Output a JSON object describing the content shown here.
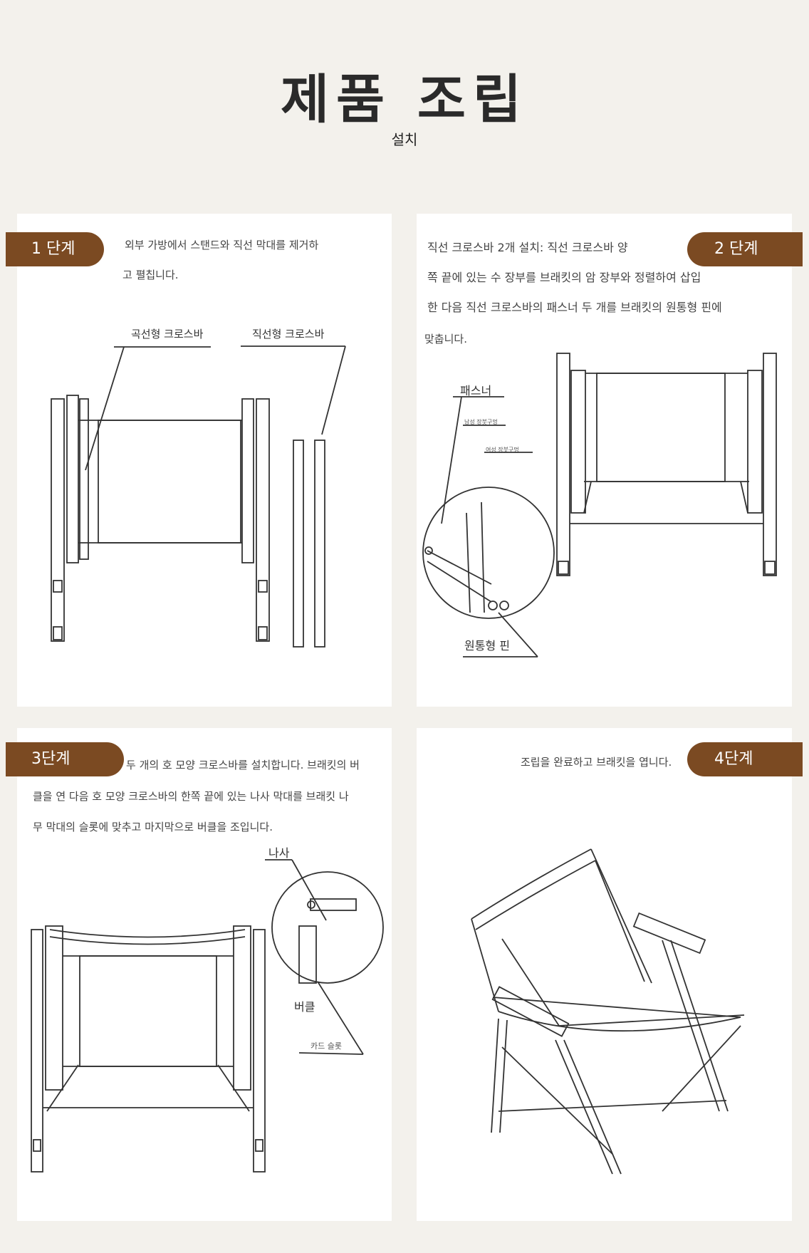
{
  "header": {
    "title": "제품 조립",
    "subtitle": "설치"
  },
  "step1": {
    "tag": "1 단계",
    "line1": "외부 가방에서 스탠드와 직선 막대를 제거하",
    "line2": "고 펼칩니다.",
    "label_curved": "곡선형 크로스바",
    "label_straight": "직선형 크로스바"
  },
  "step2": {
    "tag": "2 단계",
    "line1": "직선 크로스바 2개 설치: 직선 크로스바 양",
    "line2": "쪽 끝에 있는 수 장부를 브래킷의 암 장부와 정렬하여 삽입",
    "line3": "한 다음 직선 크로스바의 패스너 두 개를 브래킷의 원통형 핀에",
    "line4": "맞춥니다.",
    "label_fastener": "패스너",
    "label_male": "남성 장붓구멍",
    "label_female": "여성 장붓구멍",
    "label_pin": "원통형 핀"
  },
  "step3": {
    "tag": "3단계",
    "line1": "두 개의 호 모양 크로스바를 설치합니다. 브래킷의 버",
    "line2": "클을 연 다음 호 모양 크로스바의 한쪽 끝에 있는 나사 막대를 브래킷 나",
    "line3": "무 막대의 슬롯에 맞추고 마지막으로 버클을 조입니다.",
    "label_screw": "나사",
    "label_buckle": "버클",
    "label_slot": "카드 슬롯"
  },
  "step4": {
    "tag": "4단계",
    "line1": "조립을 완료하고 브래킷을 엽니다."
  },
  "colors": {
    "tag": "#7b4a22",
    "background": "#f3f1ec",
    "panel": "#ffffff"
  }
}
